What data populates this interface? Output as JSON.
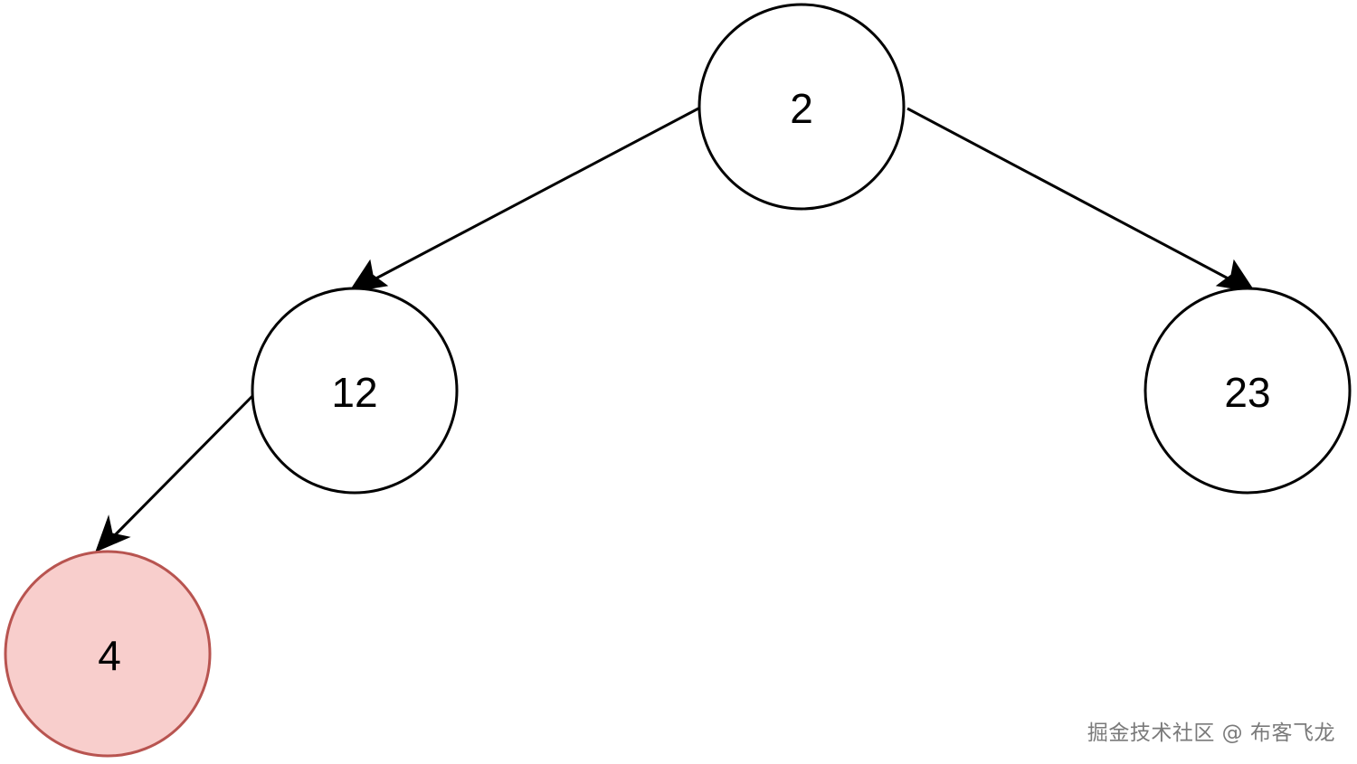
{
  "tree": {
    "nodes": [
      {
        "id": "n2",
        "label": "2",
        "highlighted": false
      },
      {
        "id": "n12",
        "label": "12",
        "highlighted": false
      },
      {
        "id": "n23",
        "label": "23",
        "highlighted": false
      },
      {
        "id": "n4",
        "label": "4",
        "highlighted": true
      }
    ],
    "edges": [
      {
        "from": "2",
        "to": "12"
      },
      {
        "from": "2",
        "to": "23"
      },
      {
        "from": "12",
        "to": "4"
      }
    ],
    "colors": {
      "node_fill": "#ffffff",
      "node_stroke": "#000000",
      "highlight_fill": "#f8cecc",
      "highlight_stroke": "#b85450"
    }
  },
  "watermark": {
    "text": "掘金技术社区 @ 布客飞龙"
  }
}
